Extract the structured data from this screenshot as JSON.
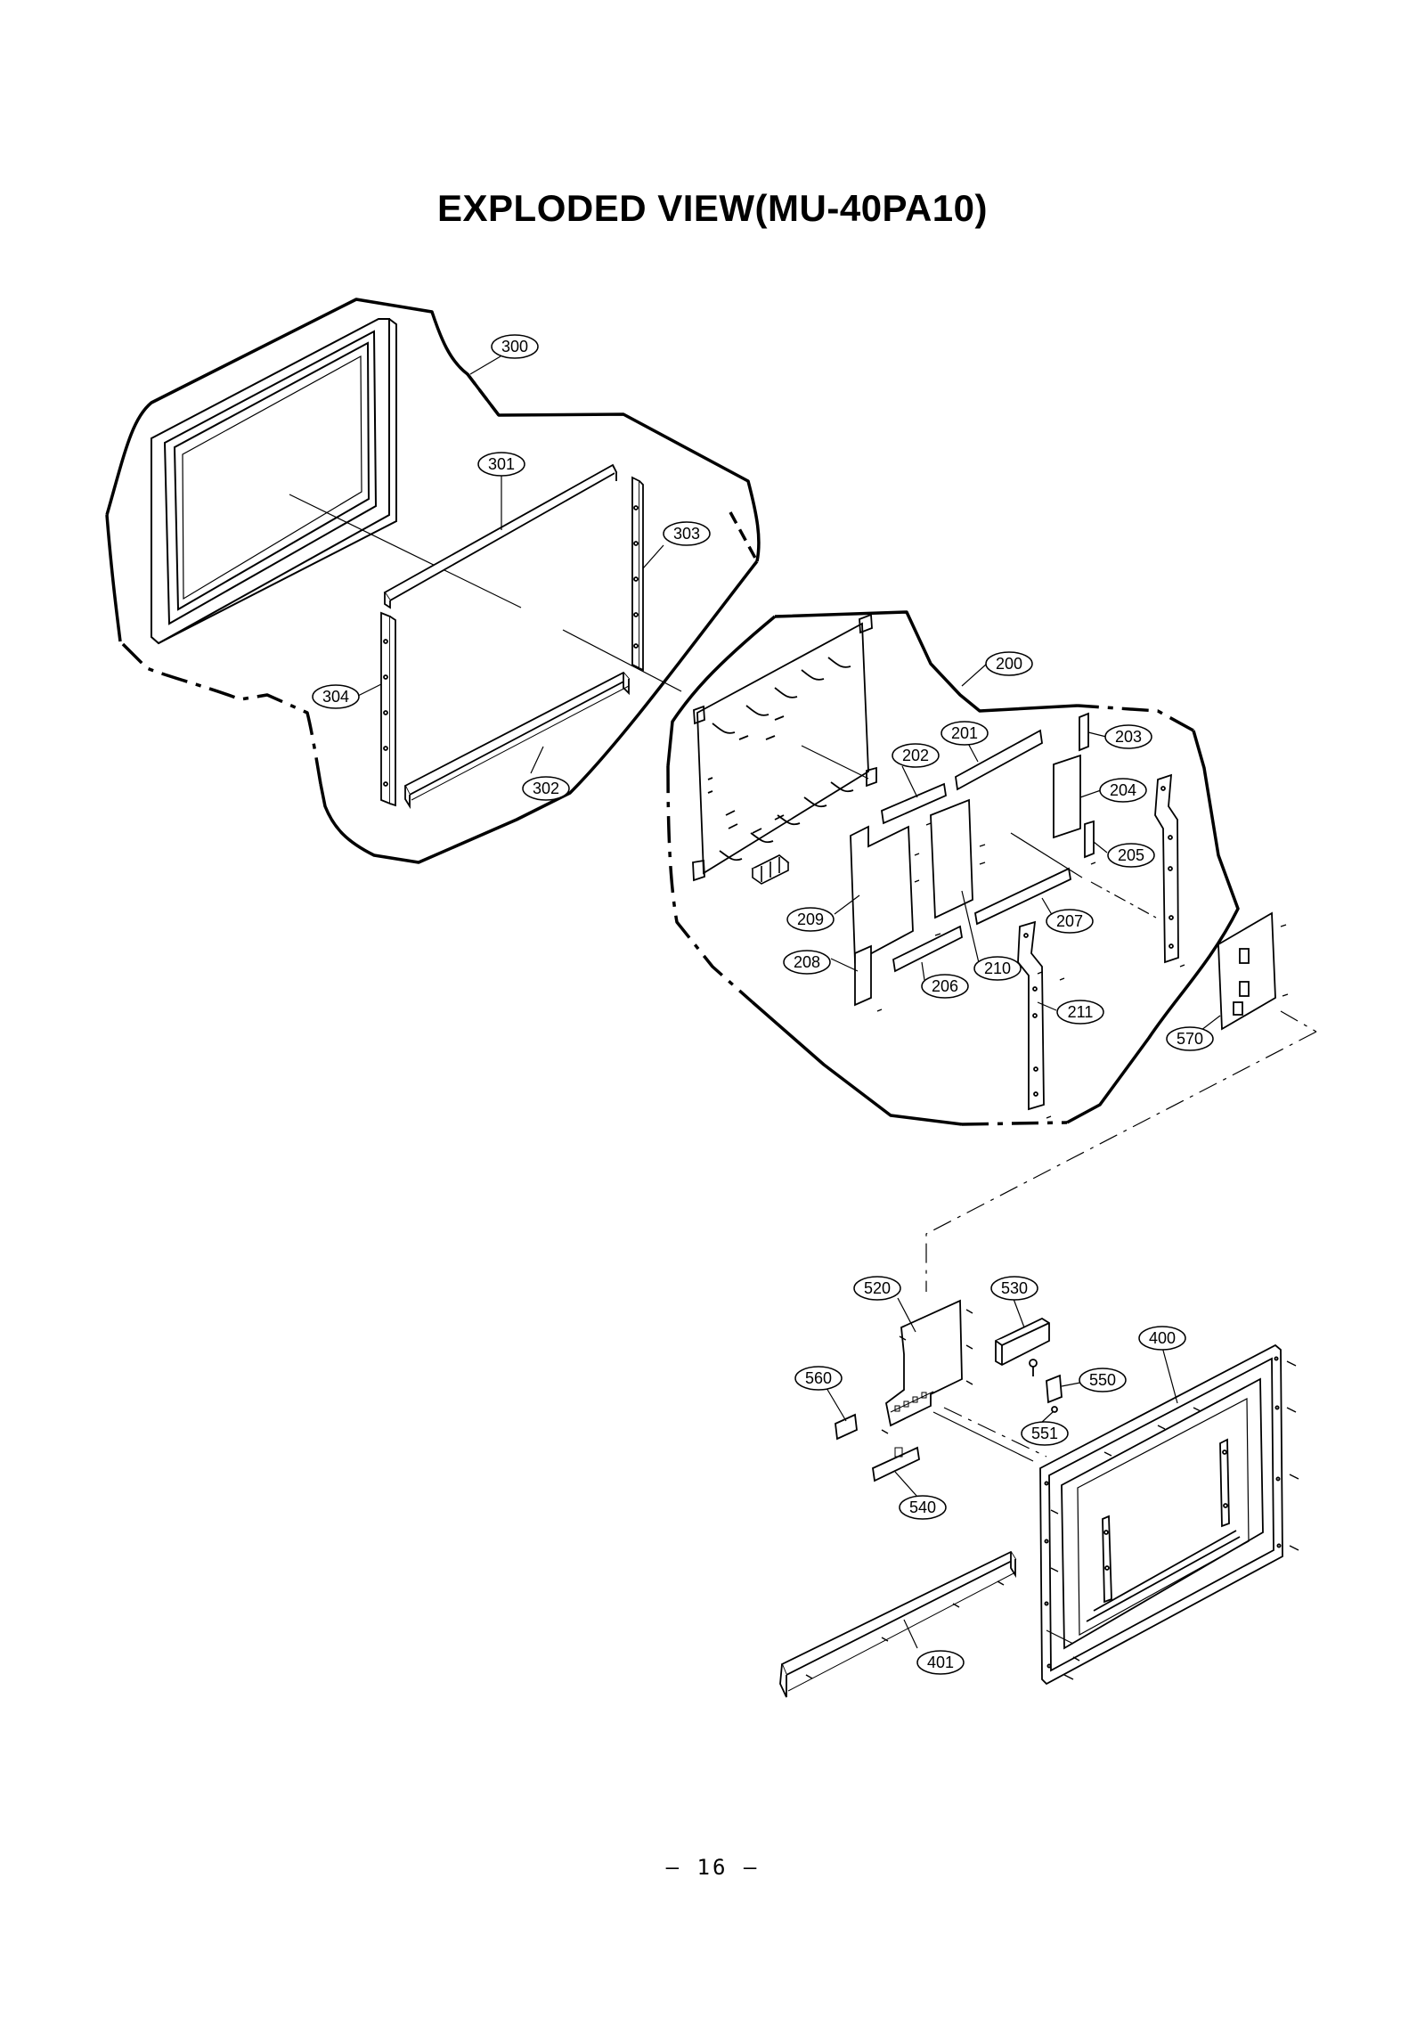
{
  "title": "EXPLODED VIEW(MU-40PA10)",
  "page_number": "– 16 –",
  "part_labels": {
    "p300": "300",
    "p301": "301",
    "p303": "303",
    "p304": "304",
    "p302": "302",
    "p200": "200",
    "p201": "201",
    "p202": "202",
    "p203": "203",
    "p204": "204",
    "p205": "205",
    "p207": "207",
    "p209": "209",
    "p208": "208",
    "p206": "206",
    "p210": "210",
    "p211": "211",
    "p570": "570",
    "p520": "520",
    "p530": "530",
    "p400": "400",
    "p560": "560",
    "p550": "550",
    "p551": "551",
    "p540": "540",
    "p401": "401"
  }
}
